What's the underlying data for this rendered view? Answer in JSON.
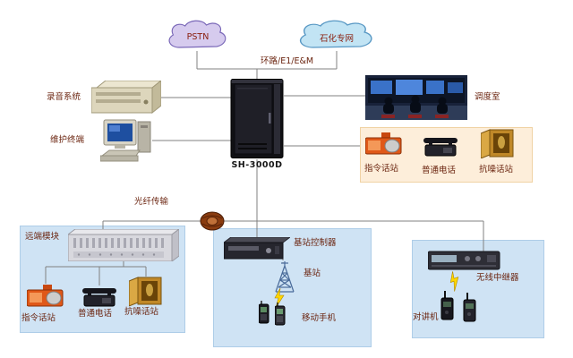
{
  "diagram": {
    "clouds": {
      "pstn": {
        "label": "PSTN"
      },
      "petro": {
        "label": "石化专网"
      }
    },
    "trunk_label": "环路/E1/E&M",
    "recording_label": "录音系统",
    "maintenance_label": "维护终端",
    "cabinet_model": "SH-3000D",
    "dispatch_room_label": "调度室",
    "fiber_label": "光纤传输",
    "station_box": {
      "items": [
        {
          "label": "指令话站"
        },
        {
          "label": "普通电话"
        },
        {
          "label": "抗噪话站"
        }
      ]
    },
    "remote_box": {
      "title": "远端模块",
      "items": [
        {
          "label": "指令话站"
        },
        {
          "label": "普通电话"
        },
        {
          "label": "抗噪话站"
        }
      ]
    },
    "base_box": {
      "controller_label": "基站控制器",
      "station_label": "基站",
      "mobile_label": "移动手机"
    },
    "repeater_box": {
      "repeater_label": "无线中继器",
      "walkie_label": "对讲机"
    },
    "colors": {
      "region_blue": "#cfe3f4",
      "region_peach": "#fdeeda",
      "cloud_pstn_fill": "#d6cbee",
      "cloud_pstn_stroke": "#7a68b8",
      "cloud_petro_fill": "#c2e4f4",
      "cloud_petro_stroke": "#5898c4",
      "wire": "#808080",
      "label_text": "#6b2510"
    }
  }
}
